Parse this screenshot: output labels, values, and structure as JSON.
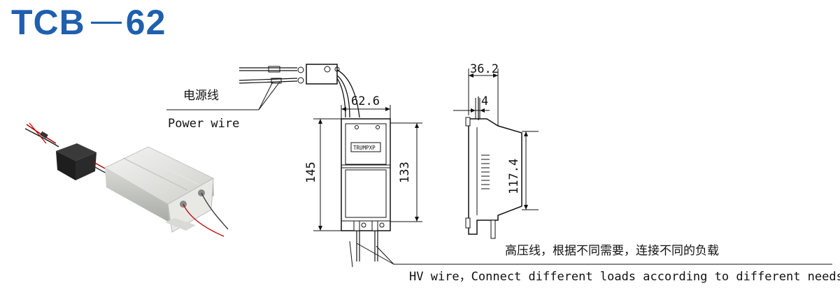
{
  "title": {
    "model": "TCB",
    "number": "62"
  },
  "labels": {
    "power_wire_cn": "电源线",
    "power_wire_en": "Power wire",
    "hv_wire_cn": "高压线，根据不同需要，连接不同的负载",
    "hv_wire_en": "HV wire，Connect different loads according to different needs",
    "brand": "TRUMPXP"
  },
  "dimensions": {
    "width": "62.6",
    "height": "145",
    "inner_height": "133",
    "depth": "36.2",
    "tab": "4",
    "side_height": "117.4"
  }
}
